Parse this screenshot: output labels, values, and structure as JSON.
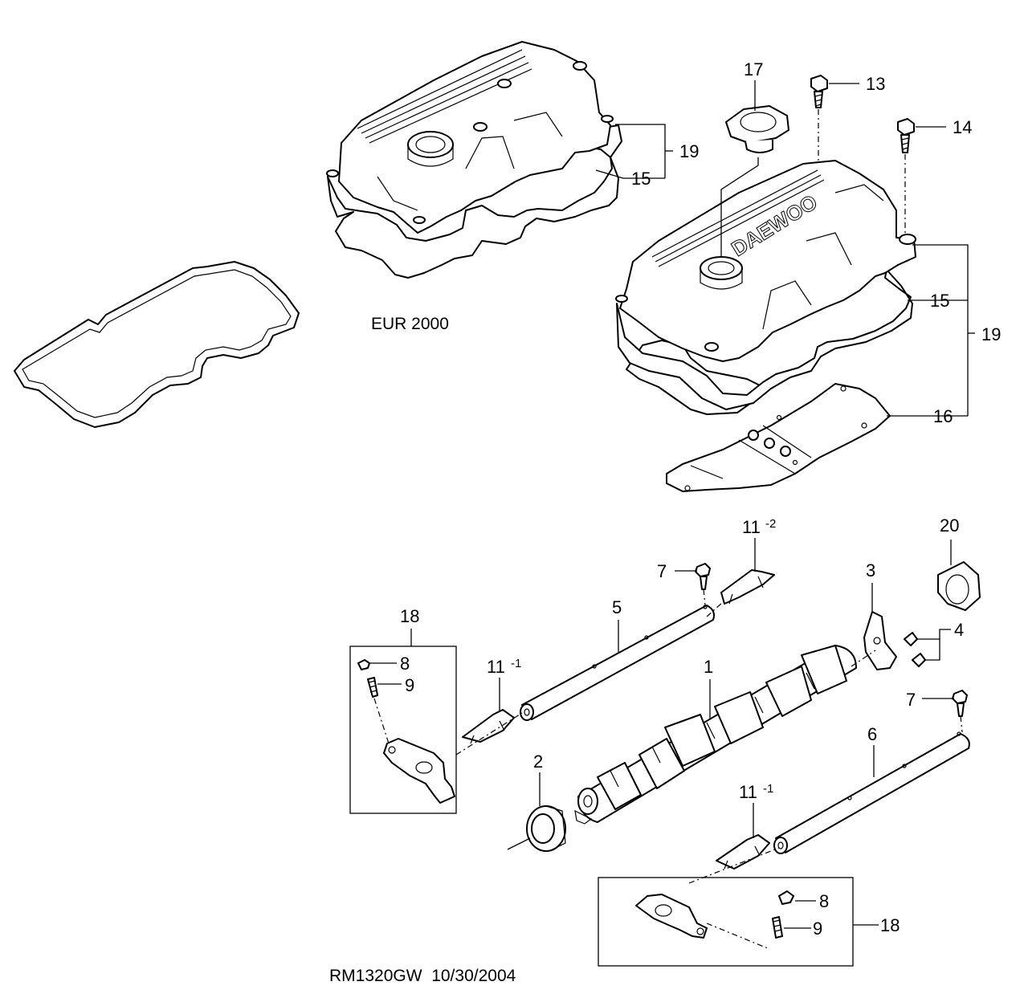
{
  "diagram": {
    "callouts": {
      "c1": "1",
      "c2": "2",
      "c3": "3",
      "c4": "4",
      "c5": "5",
      "c6": "6",
      "c7a": "7",
      "c7b": "7",
      "c8a": "8",
      "c8b": "8",
      "c9a": "9",
      "c9b": "9",
      "c11_1a": "11",
      "c11_1a_sup": "-1",
      "c11_1b": "11",
      "c11_1b_sup": "-1",
      "c11_2": "11",
      "c11_2_sup": "-2",
      "c13": "13",
      "c14": "14",
      "c15a": "15",
      "c15b": "15",
      "c16": "16",
      "c17": "17",
      "c18a": "18",
      "c18b": "18",
      "c19a": "19",
      "c19b": "19",
      "c20": "20"
    },
    "variant_caption": "EUR 2000",
    "brand_text": "DAEWOO",
    "footer": "RM1320GW  10/30/2004"
  }
}
